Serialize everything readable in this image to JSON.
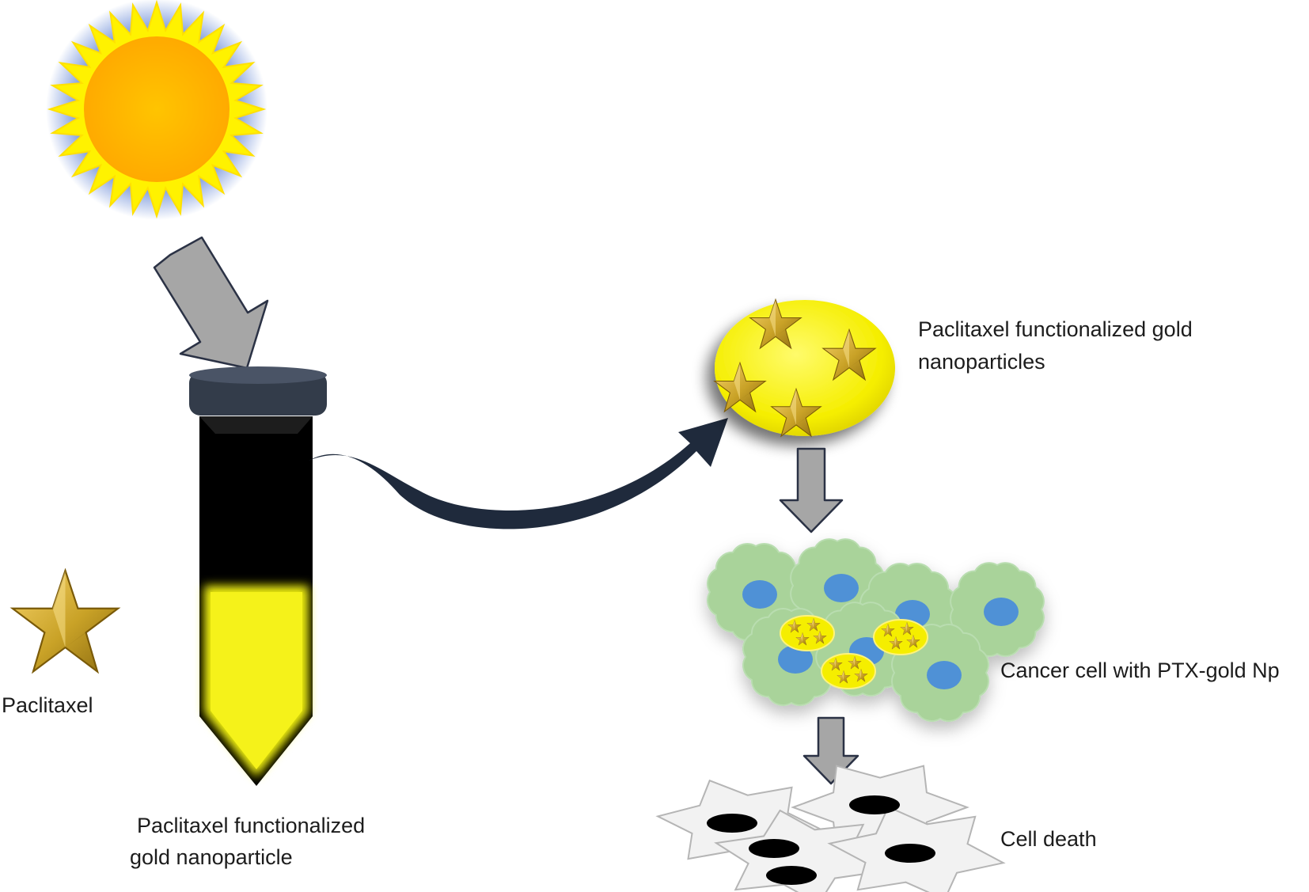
{
  "diagram": {
    "tube_label_line1": "Paclitaxel functionalized",
    "tube_label_line2": "gold nanoparticle",
    "legend_label": "Paclitaxel",
    "nanoparticle_label_line1": "Paclitaxel functionalized gold",
    "nanoparticle_label_line2": "nanoparticles",
    "cancer_cell_label": "Cancer cell with PTX-gold Np",
    "cell_death_label": "Cell death"
  },
  "colors": {
    "sun_core": "#ffb800",
    "sun_rays": "#fff200",
    "sun_glow": "#6f8fd8",
    "arrow_gray": "#a6a6a6",
    "arrow_outline": "#2b3245",
    "tube_cap": "#333c4a",
    "tube_body": "#000000",
    "tube_liquid": "#f2f20a",
    "curved_arrow": "#1f2a3c",
    "nanoparticle": "#f7f20a",
    "star_gold": "#c9a227",
    "cancer_cell": "#a9d39a",
    "nucleus": "#4f91d6",
    "dead_cell": "#f2f2f2",
    "dead_nucleus": "#000000"
  }
}
